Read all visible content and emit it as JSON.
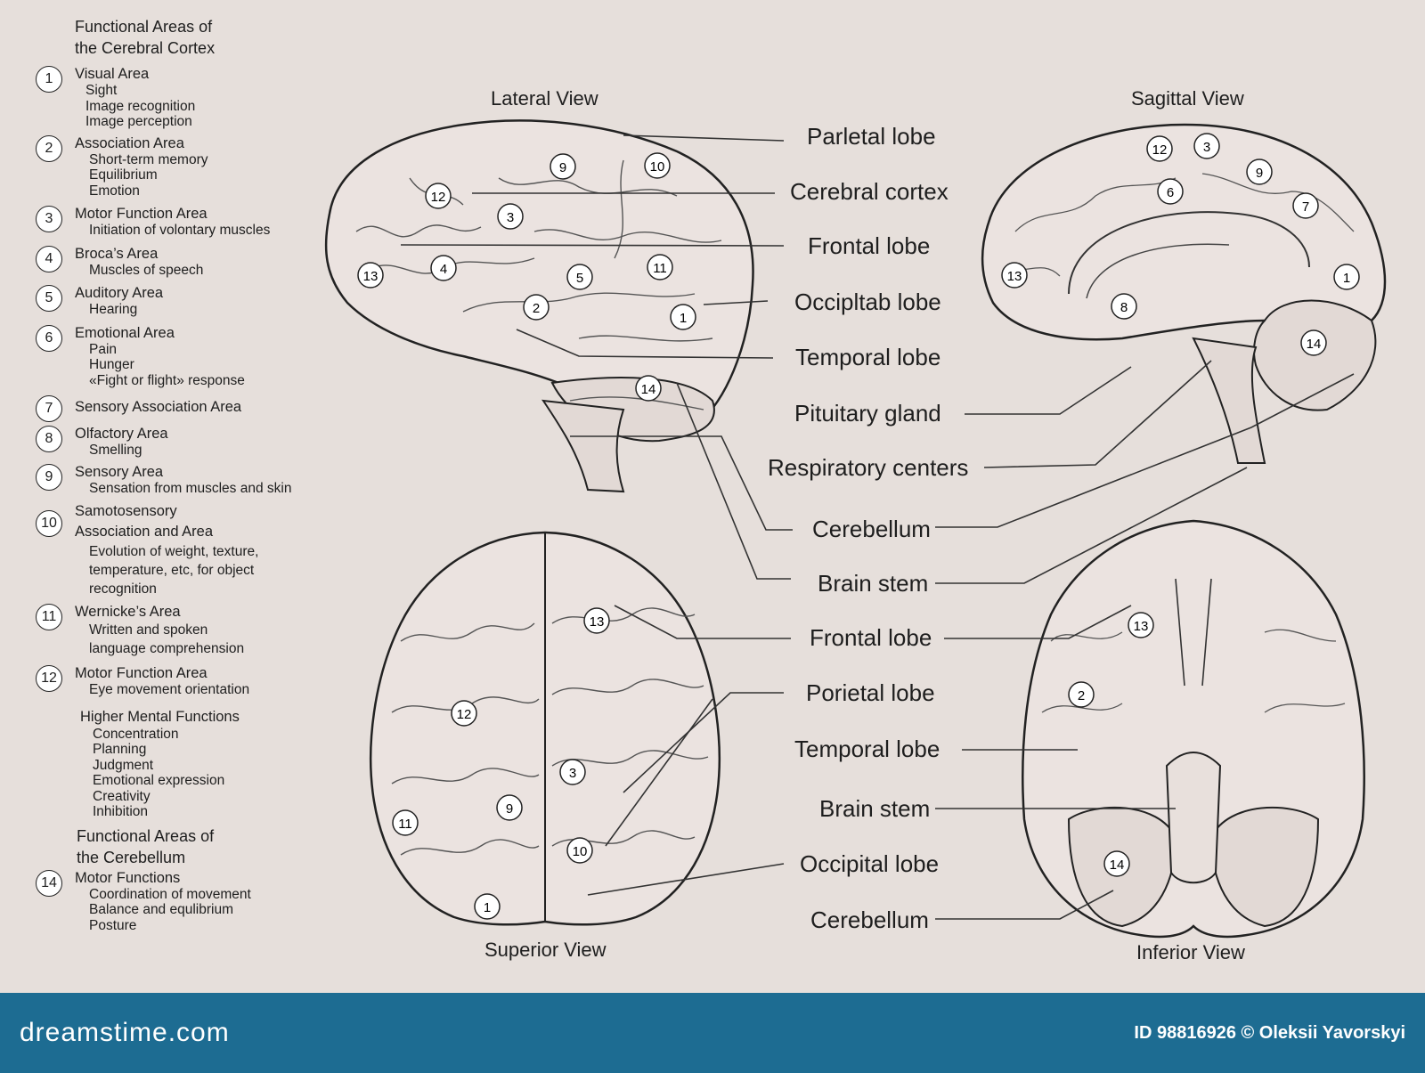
{
  "legend": {
    "title_line1": "Functional Areas of",
    "title_line2": "the Cerebral Cortex",
    "items": [
      {
        "num": "1",
        "title": "Visual Area",
        "subs": [
          "Sight",
          "Image recognition",
          "Image perception"
        ]
      },
      {
        "num": "2",
        "title": "Association Area",
        "subs": [
          "Short-term memory",
          "Equilibrium",
          "Emotion"
        ]
      },
      {
        "num": "3",
        "title": "Motor Function Area",
        "subs": [
          "Initiation of volontary muscles"
        ]
      },
      {
        "num": "4",
        "title": "Broca’s Area",
        "subs": [
          "Muscles of speech"
        ]
      },
      {
        "num": "5",
        "title": "Auditory Area",
        "subs": [
          "Hearing"
        ]
      },
      {
        "num": "6",
        "title": "Emotional Area",
        "subs": [
          "Pain",
          "Hunger",
          "«Fight or flight» response"
        ]
      },
      {
        "num": "7",
        "title": "Sensory Association Area",
        "subs": []
      },
      {
        "num": "8",
        "title": "Olfactory Area",
        "subs": [
          "Smelling"
        ]
      },
      {
        "num": "9",
        "title": "Sensory Area",
        "subs": [
          "Sensation from muscles and skin"
        ]
      },
      {
        "num": "10",
        "title": "Samotosensory",
        "title2": "Association and Area",
        "subs": [
          "Evolution of weight, texture,",
          "temperature, etc, for object",
          "recognition"
        ]
      },
      {
        "num": "11",
        "title": "Wernicke’s Area",
        "subs": [
          "Written and spoken",
          "language comprehension"
        ]
      },
      {
        "num": "12",
        "title": "Motor Function Area",
        "subs": [
          "Eye movement orientation"
        ]
      }
    ],
    "higher": {
      "title": "Higher Mental Functions",
      "subs": [
        "Concentration",
        "Planning",
        "Judgment",
        "Emotional expression",
        "Creativity",
        "Inhibition"
      ]
    },
    "cerebellum_title_line1": "Functional Areas of",
    "cerebellum_title_line2": "the Cerebellum",
    "motor": {
      "num": "14",
      "title": "Motor Functions",
      "subs": [
        "Coordination of movement",
        "Balance and equlibrium",
        "Posture"
      ]
    }
  },
  "views": {
    "lateral": "Lateral View",
    "sagittal": "Sagittal View",
    "superior": "Superior View",
    "inferior": "Inferior View"
  },
  "upper_labels": [
    "Parletal lobe",
    "Cerebral cortex",
    "Frontal lobe",
    "Occipltab lobe",
    "Temporal lobe",
    "Pituitary gland",
    "Respiratory centers",
    "Cerebellum",
    "Brain stem"
  ],
  "lower_labels": [
    "Frontal lobe",
    "Porietal lobe",
    "Temporal lobe",
    "Brain stem",
    "Occipital lobe",
    "Cerebellum"
  ],
  "markers": {
    "lateral": [
      "9",
      "10",
      "12",
      "3",
      "13",
      "4",
      "5",
      "11",
      "2",
      "1",
      "14"
    ],
    "sagittal": [
      "12",
      "3",
      "9",
      "6",
      "7",
      "13",
      "8",
      "1",
      "14"
    ],
    "superior": [
      "13",
      "12",
      "3",
      "9",
      "11",
      "10",
      "1"
    ],
    "inferior": [
      "13",
      "2",
      "14"
    ]
  },
  "footer": {
    "logo": "dreamstime.com",
    "id": "ID 98816926 © Oleksii Yavorskyi"
  },
  "colors": {
    "background": "#e6dfdb",
    "brain_fill": "#ebe3e0",
    "ink": "#1e1e1e",
    "footer": "#1d6c92"
  }
}
